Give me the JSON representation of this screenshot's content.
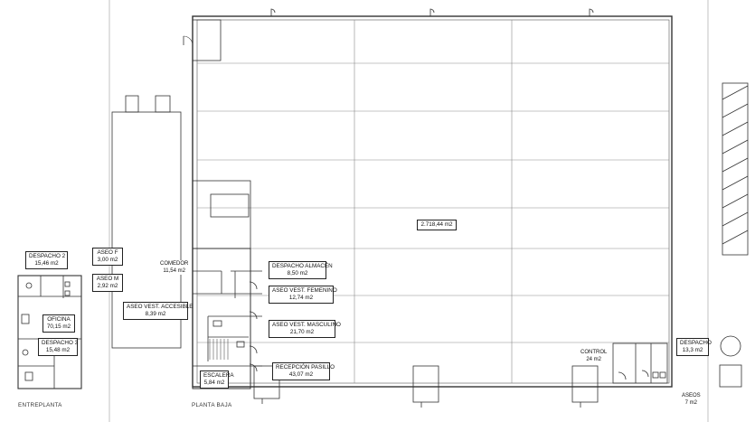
{
  "drawing": {
    "captions": {
      "mezzanine": "ENTREPLANTA",
      "ground_floor": "PLANTA BAJA"
    },
    "watermark": "",
    "rooms": {
      "despacho_2": {
        "name": "DESPACHO 2",
        "area": "15,46 m2"
      },
      "aseo_f": {
        "name": "ASEO F",
        "area": "3,00 m2"
      },
      "aseo_m": {
        "name": "ASEO M",
        "area": "2,92 m2"
      },
      "oficina": {
        "name": "OFICINA",
        "area": "70,15 m2"
      },
      "despacho_3": {
        "name": "DESPACHO 3",
        "area": "15,48 m2"
      },
      "comedor": {
        "name": "COMEDOR",
        "area": "11,54 m2"
      },
      "aseo_vest_accesible": {
        "name": "ASEO VEST. ACCESIBLE",
        "area": "8,39 m2"
      },
      "escalera": {
        "name": "ESCALERA",
        "area": "5,84 m2"
      },
      "despacho_almacen": {
        "name": "DESPACHO ALMACÉN",
        "area": "8,50 m2"
      },
      "aseo_vest_femenino": {
        "name": "ASEO VEST. FEMENINO",
        "area": "12,74 m2"
      },
      "aseo_vest_masculino": {
        "name": "ASEO VEST. MASCULINO",
        "area": "21,70 m2"
      },
      "recepcion_pasillo": {
        "name": "RECEPCIÓN PASILLO",
        "area": "43,07 m2"
      },
      "warehouse": {
        "name": "",
        "area": "2.718,44 m2"
      },
      "control": {
        "name": "CONTROL",
        "area": "24 m2"
      },
      "despacho": {
        "name": "DESPACHO",
        "area": "13,3 m2"
      },
      "aseos": {
        "name": "ASEOS",
        "area": "7 m2"
      }
    },
    "colors": {
      "line": "#333333",
      "light_line": "#9a9a9a",
      "background": "#ffffff"
    }
  }
}
